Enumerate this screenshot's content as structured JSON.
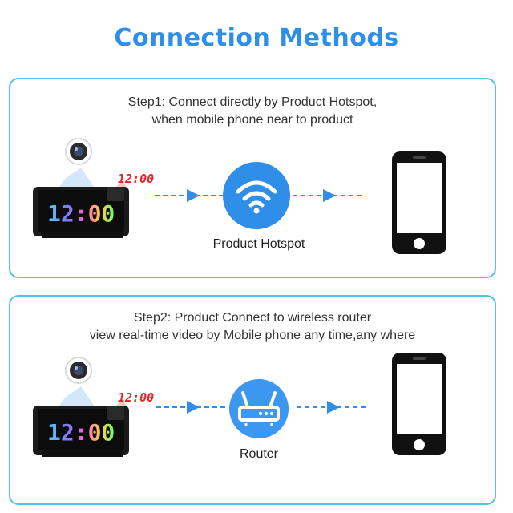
{
  "title": "Connection Methods",
  "steps": [
    {
      "line1": "Step1: Connect directly by Product Hotspot,",
      "line2": "when mobile phone near to product",
      "hub_label": "Product Hotspot",
      "hub_icon": "wifi-icon"
    },
    {
      "line1": "Step2: Product Connect to wireless router",
      "line2": "view real-time video by Mobile phone any time,any where",
      "hub_label": "Router",
      "hub_icon": "router-icon"
    }
  ],
  "device": {
    "clock_display": "12:00",
    "projection_display": "12:00"
  },
  "colors": {
    "accent": "#2f8fe8",
    "panel_border": "#57c1e6",
    "hotspot_circle": "#2f8fe8",
    "router_circle": "#3b97ef",
    "projection": "#e8232a"
  }
}
